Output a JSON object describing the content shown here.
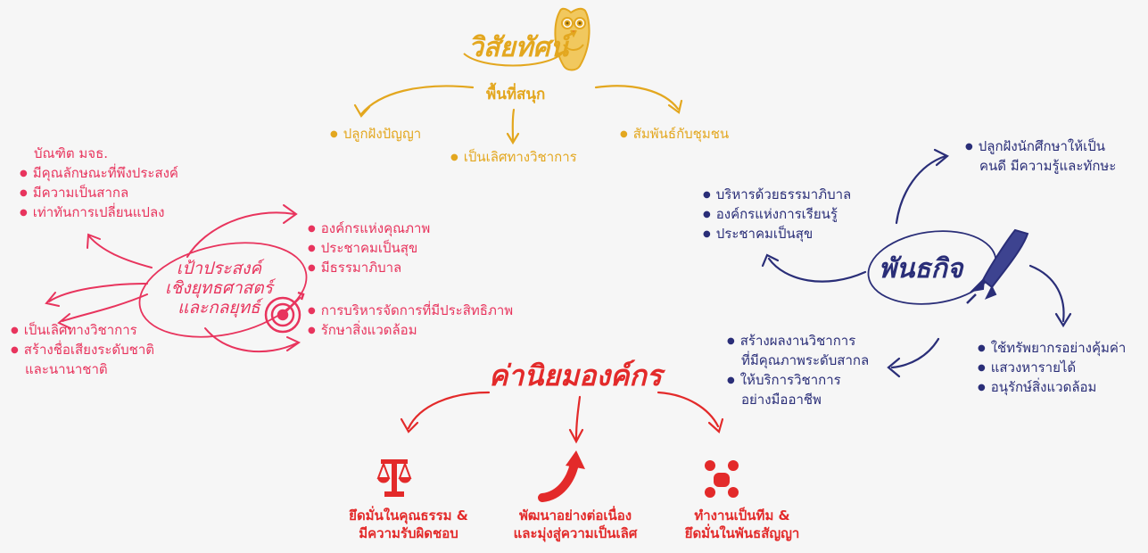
{
  "vision": {
    "title": "วิสัยทัศน์",
    "subtitle": "พื้นที่สนุก",
    "items": [
      "ปลูกฝังปัญญา",
      "เป็นเลิศทางวิชาการ",
      "สัมพันธ์กับชุมชน"
    ]
  },
  "strategy": {
    "title_lines": [
      "เป้าประสงค์",
      "เชิงยุทธศาสตร์",
      "และกลยุทธ์"
    ],
    "graduate_header": "บัณฑิต มจธ.",
    "graduate_items": [
      "มีคุณลักษณะที่พึงประสงค์",
      "มีความเป็นสากล",
      "เท่าทันการเปลี่ยนแปลง"
    ],
    "org_items": [
      "องค์กรแห่งคุณภาพ",
      "ประชาคมเป็นสุข",
      "มีธรรมาภิบาล"
    ],
    "mgmt_items": [
      "การบริหารจัดการที่มีประสิทธิภาพ",
      "รักษาสิ่งแวดล้อม"
    ],
    "academic_items": [
      "เป็นเลิศทางวิชาการ",
      "สร้างชื่อเสียงระดับชาติ",
      "และนานาชาติ"
    ]
  },
  "mission": {
    "title": "พันธกิจ",
    "top_items": [
      "ปลูกฝังนักศึกษาให้เป็น",
      "คนดี  มีความรู้และทักษะ"
    ],
    "left_items": [
      "บริหารด้วยธรรมาภิบาล",
      "องค์กรแห่งการเรียนรู้",
      "ประชาคมเป็นสุข"
    ],
    "bottom_left_items": [
      "สร้างผลงานวิชาการ",
      "ที่มีคุณภาพระดับสากล",
      "ให้บริการวิชาการ",
      "อย่างมืออาชีพ"
    ],
    "right_items": [
      "ใช้ทรัพยากรอย่างคุ้มค่า",
      "แสวงหารายได้",
      "อนุรักษ์สิ่งแวดล้อม"
    ]
  },
  "values": {
    "title": "ค่านิยมองค์กร",
    "items": [
      {
        "line1": "ยึดมั่นในคุณธรรม &",
        "line2": "มีความรับผิดชอบ"
      },
      {
        "line1": "พัฒนาอย่างต่อเนื่อง",
        "line2": "และมุ่งสู่ความเป็นเลิศ"
      },
      {
        "line1": "ทำงานเป็นทีม &",
        "line2": "ยึดมั่นในพันธสัญญา"
      }
    ]
  },
  "colors": {
    "vision": "#e3a71f",
    "strategy": "#e8345d",
    "mission": "#2a2e78",
    "values": "#e32a2a"
  },
  "icons": [
    "owl-icon",
    "target-icon",
    "rocket-icon",
    "scales-icon",
    "growth-arrow-icon",
    "teamwork-icon"
  ]
}
